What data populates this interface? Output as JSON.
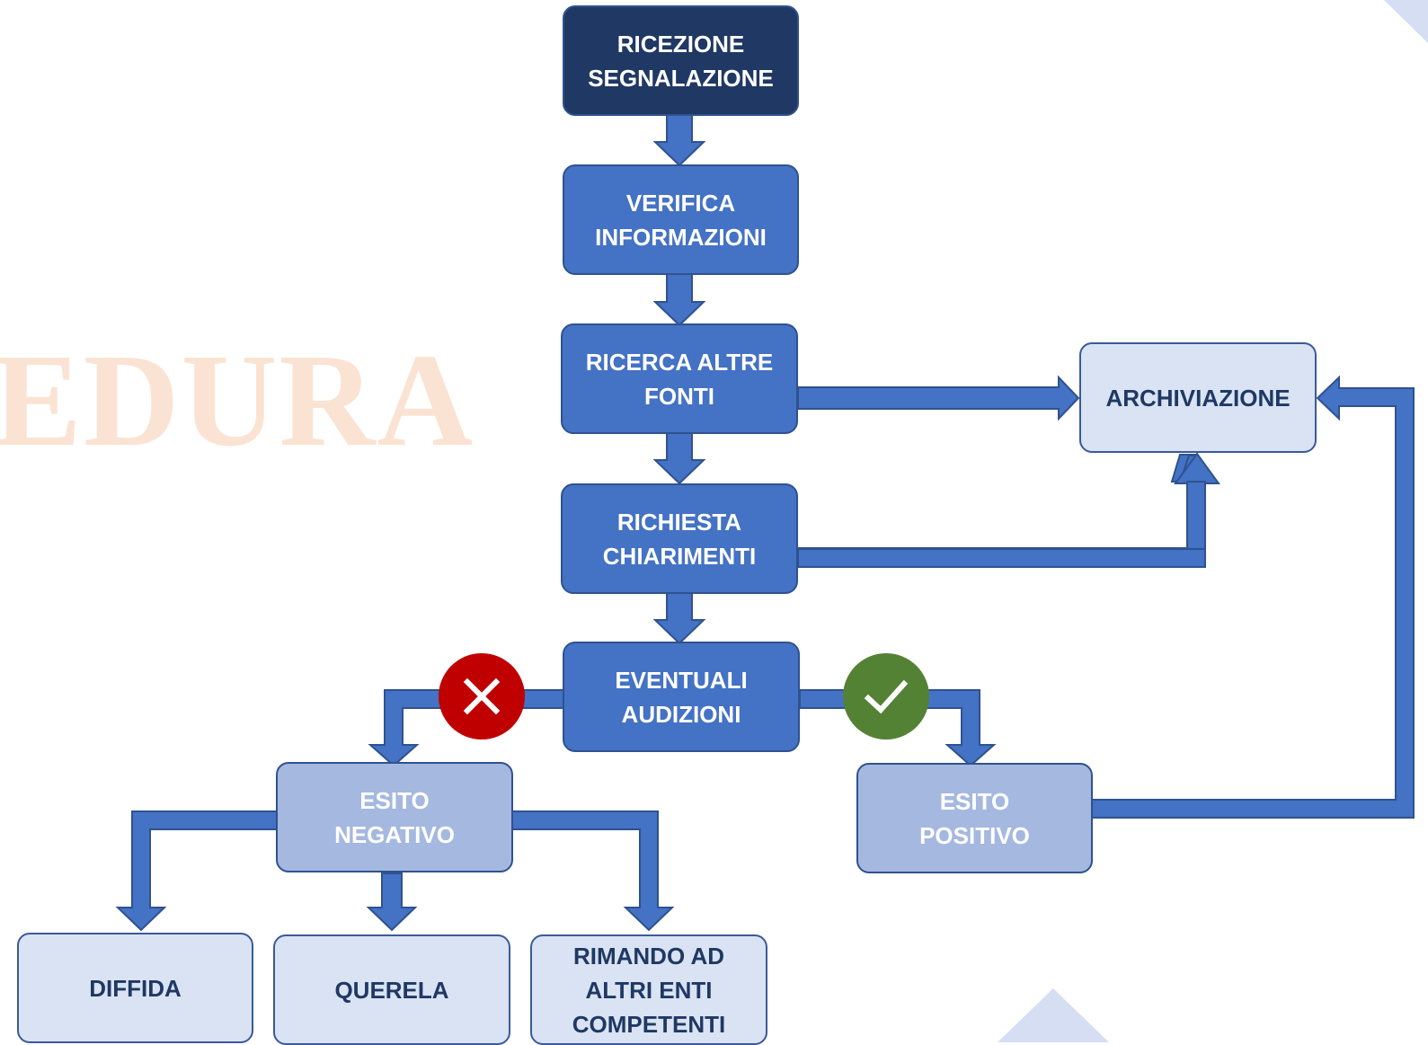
{
  "watermark": "EDURA",
  "nodes": {
    "ricezione": "RICEZIONE\nSEGNALAZIONE",
    "verifica": "VERIFICA\nINFORMAZIONI",
    "ricerca": "RICERCA ALTRE\nFONTI",
    "richiesta": "RICHIESTA\nCHIARIMENTI",
    "audizioni": "EVENTUALI\nAUDIZIONI",
    "archiviazione": "ARCHIVIAZIONE",
    "esito_negativo": "ESITO\nNEGATIVO",
    "esito_positivo": "ESITO\nPOSITIVO",
    "diffida": "DIFFIDA",
    "querela": "QUERELA",
    "rimando": "RIMANDO  AD\nALTRI ENTI\nCOMPETENTI"
  },
  "badges": {
    "negative_icon": "cross-icon",
    "positive_icon": "check-icon"
  },
  "colors": {
    "dark_box": "#203864",
    "mid_box": "#4472c4",
    "soft_box": "#a5b8e0",
    "light_box": "#dae3f3",
    "connector": "#4472c4",
    "negative": "#c00000",
    "positive": "#548235",
    "watermark": "#fbe3d3"
  }
}
